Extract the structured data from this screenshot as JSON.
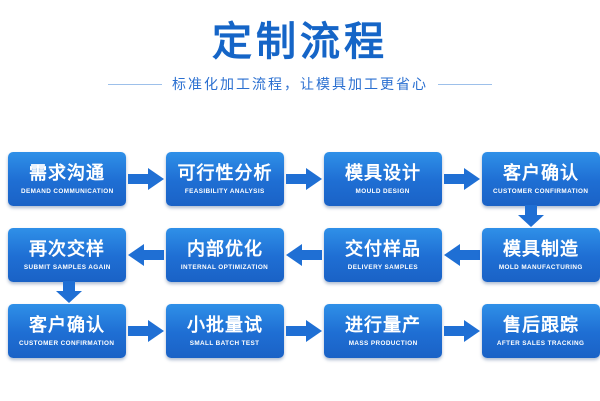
{
  "header": {
    "title": "定制流程",
    "subtitle": "标准化加工流程，让模具加工更省心",
    "title_color": "#1565c7",
    "subtitle_color": "#2a6fd0"
  },
  "theme": {
    "box_gradient_top": "#2f90e8",
    "box_gradient_bottom": "#1a62c6",
    "arrow_color": "#1f6fd4",
    "page_background": "#ffffff"
  },
  "flow": {
    "rows": [
      {
        "direction": "left-to-right",
        "steps": [
          {
            "cn": "需求沟通",
            "en": "DEMAND COMMUNICATION"
          },
          {
            "cn": "可行性分析",
            "en": "FEASIBILITY ANALYSIS"
          },
          {
            "cn": "模具设计",
            "en": "MOULD DESIGN"
          },
          {
            "cn": "客户确认",
            "en": "CUSTOMER CONFIRMATION"
          }
        ]
      },
      {
        "direction": "right-to-left",
        "steps": [
          {
            "cn": "再次交样",
            "en": "SUBMIT SAMPLES AGAIN"
          },
          {
            "cn": "内部优化",
            "en": "INTERNAL OPTIMIZATION"
          },
          {
            "cn": "交付样品",
            "en": "DELIVERY SAMPLES"
          },
          {
            "cn": "模具制造",
            "en": "MOLD MANUFACTURING"
          }
        ]
      },
      {
        "direction": "left-to-right",
        "steps": [
          {
            "cn": "客户确认",
            "en": "CUSTOMER CONFIRMATION"
          },
          {
            "cn": "小批量试",
            "en": "SMALL BATCH TEST"
          },
          {
            "cn": "进行量产",
            "en": "MASS PRODUCTION"
          },
          {
            "cn": "售后跟踪",
            "en": "AFTER SALES TRACKING"
          }
        ]
      }
    ],
    "connectors": [
      {
        "name": "row1-to-row2-down-arrow",
        "position": "right"
      },
      {
        "name": "row2-to-row3-down-arrow",
        "position": "left"
      }
    ]
  }
}
